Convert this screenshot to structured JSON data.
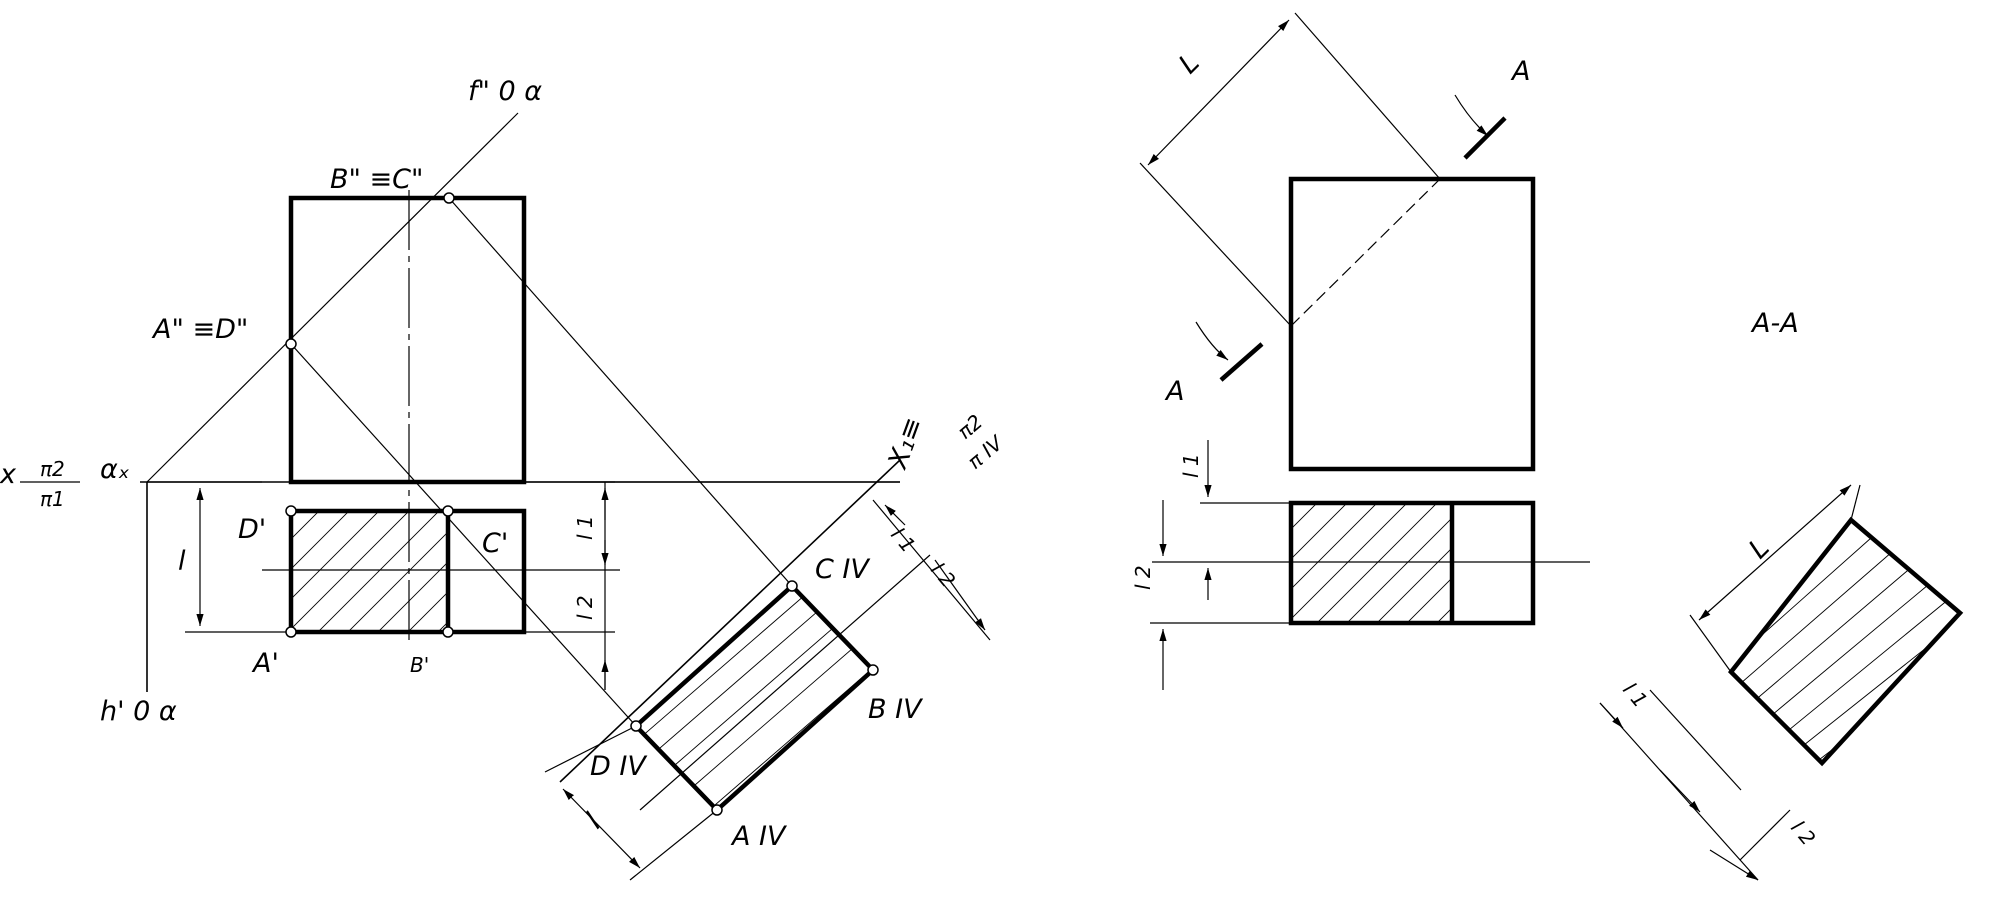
{
  "left_view": {
    "trace_f": "f\" 0 α",
    "trace_h": "h' 0 α",
    "alpha_x": "αₓ",
    "b2c2": "B\" ≡C\"",
    "a2d2": "A\" ≡D\"",
    "axis_x": "x",
    "axis_x_num": "π2",
    "axis_x_den": "π1",
    "d1": "D'",
    "c1": "C'",
    "a1": "A'",
    "b1": "B'",
    "dim_l": "l",
    "dim_l1": "l 1",
    "dim_l2": "l 2",
    "axis_x1": "X₁≡",
    "axis_x1_num": "π2",
    "axis_x1_den": "π IV",
    "c4": "C IV",
    "b4": "B IV",
    "d4": "D IV",
    "a4": "A IV",
    "dim_l4": "l",
    "dim_l1b": "l 1",
    "dim_l2b": "l 2"
  },
  "right_view": {
    "dim_L": "L",
    "cut_A_top": "A",
    "cut_A_bottom": "A",
    "dim_l1": "l 1",
    "dim_l2": "l 2",
    "section_title": "A-A",
    "section_L": "L",
    "section_l1": "l 1",
    "section_l2": "l 2"
  }
}
